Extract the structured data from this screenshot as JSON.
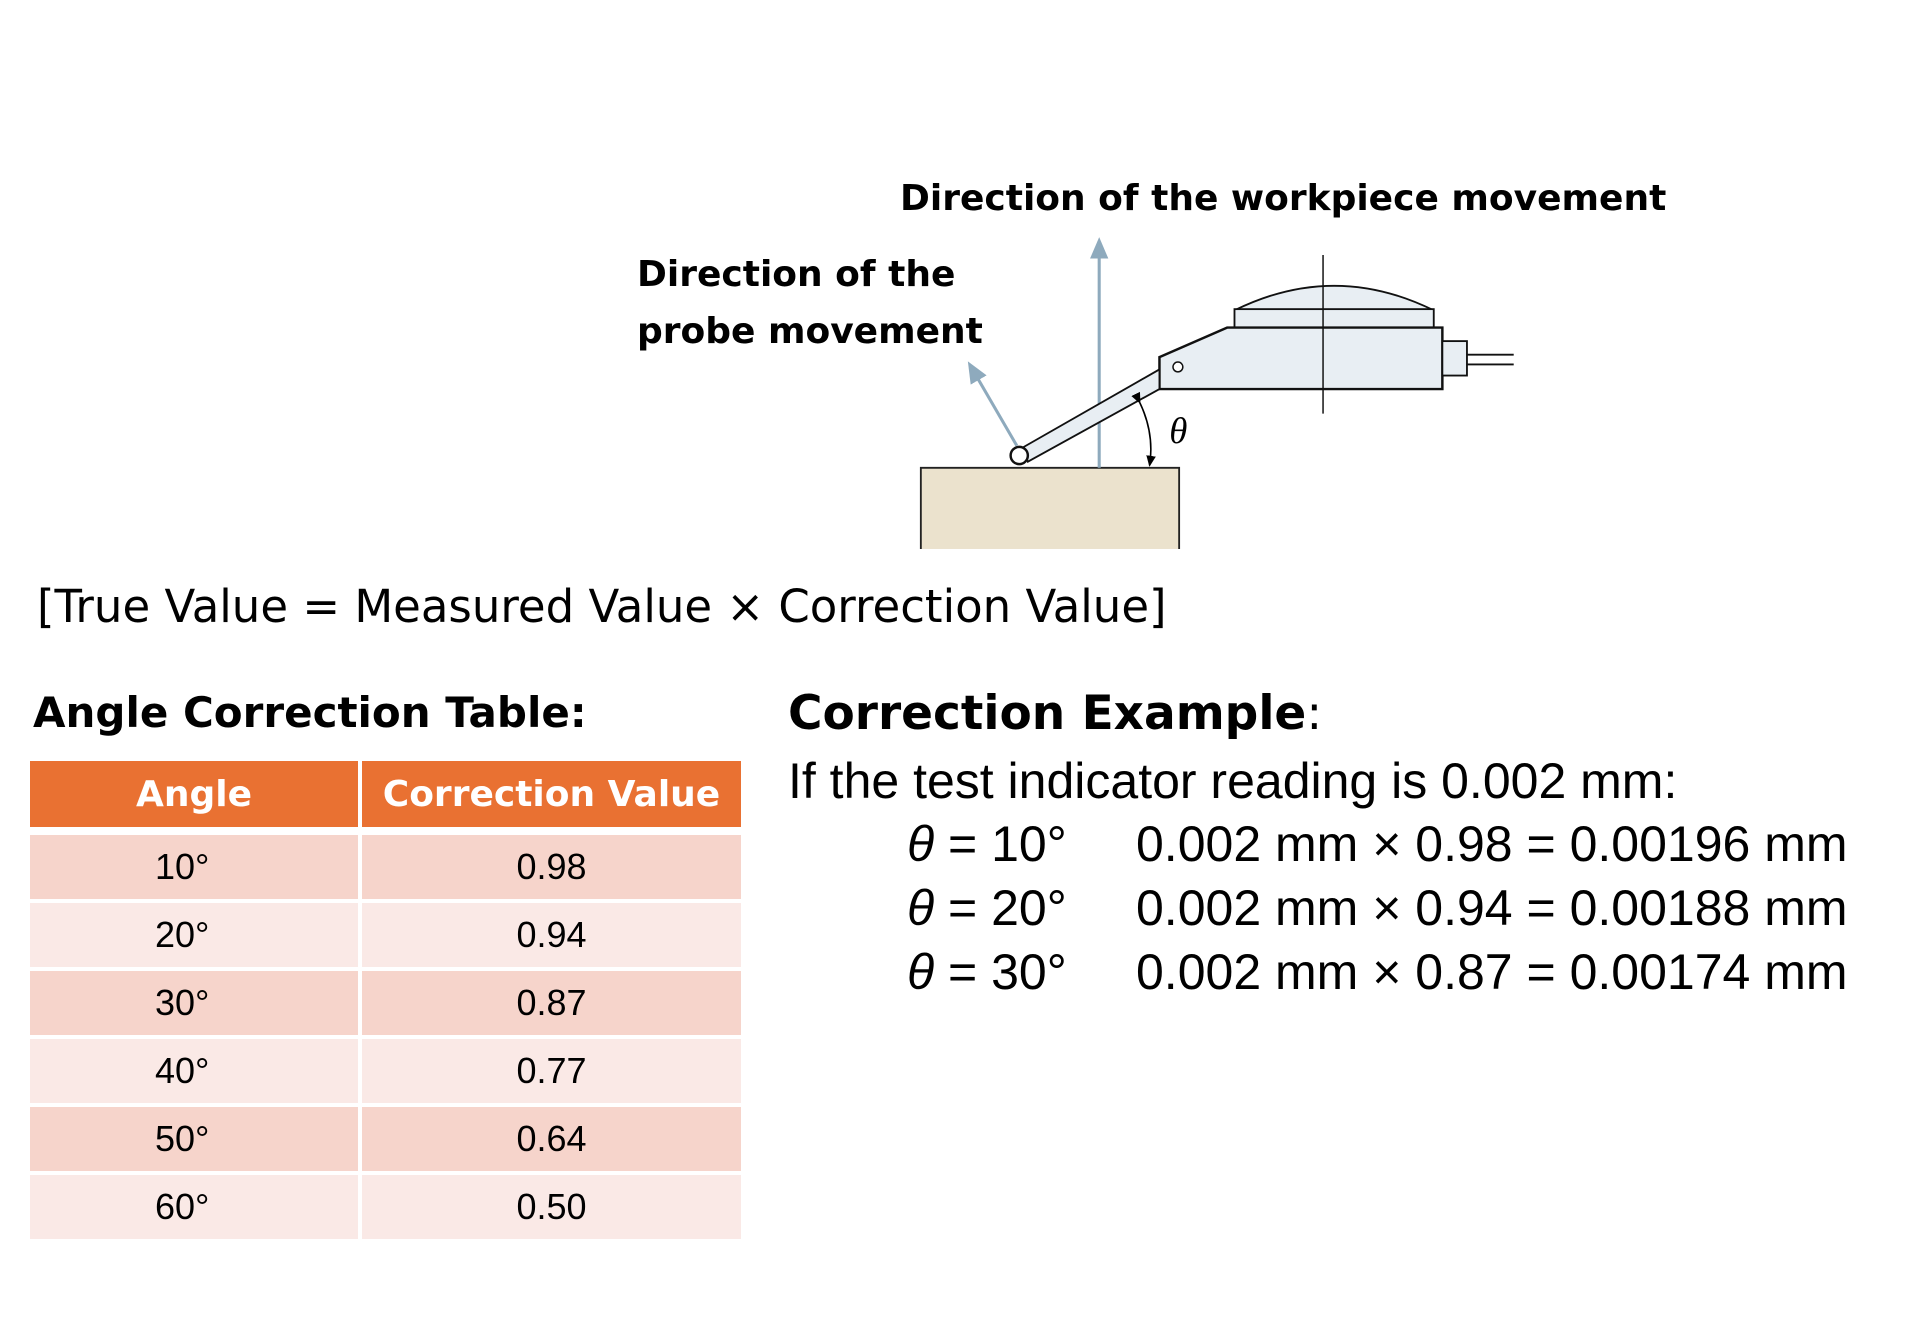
{
  "diagram": {
    "workpiece_label": "Direction of the workpiece movement",
    "probe_label_line1": "Direction of the",
    "probe_label_line2": "probe movement",
    "angle_symbol": "θ",
    "colors": {
      "arrow": "#8eaabd",
      "workpiece": "#ebe2cd",
      "indicator": "#e8eef3"
    }
  },
  "formula": "[True Value = Measured Value × Correction Value]",
  "table": {
    "title": "Angle Correction Table:",
    "headers": [
      "Angle",
      "Correction Value"
    ],
    "rows": [
      {
        "angle": "10°",
        "value": "0.98"
      },
      {
        "angle": "20°",
        "value": "0.94"
      },
      {
        "angle": "30°",
        "value": "0.87"
      },
      {
        "angle": "40°",
        "value": "0.77"
      },
      {
        "angle": "50°",
        "value": "0.64"
      },
      {
        "angle": "60°",
        "value": "0.50"
      }
    ],
    "colors": {
      "header": "#e97132",
      "row_dark": "#f6d4cb",
      "row_light": "#fae9e6"
    }
  },
  "example": {
    "title": "Correction Example",
    "title_colon": ":",
    "intro": "If the test indicator reading is 0.002 mm:",
    "rows": [
      {
        "theta": "θ",
        "angle": " = 10°",
        "calc": "0.002 mm × 0.98 = 0.00196 mm"
      },
      {
        "theta": "θ",
        "angle": " = 20°",
        "calc": "0.002 mm × 0.94 = 0.00188 mm"
      },
      {
        "theta": "θ",
        "angle": " = 30°",
        "calc": "0.002 mm × 0.87 = 0.00174 mm"
      }
    ]
  }
}
